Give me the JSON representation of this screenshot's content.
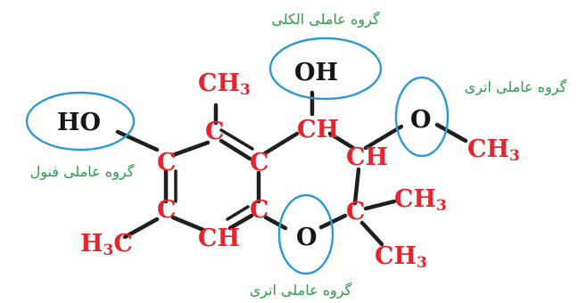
{
  "atoms": {
    "ch3_top": "CH3",
    "oh": "OH",
    "ho": "HO",
    "c_top": "C",
    "ch_top": "CH",
    "c_left": "C",
    "c_mid": "C",
    "ch_right": "CH",
    "o_ether_right": "O",
    "ch3_right": "CH3",
    "c_lower_left": "C",
    "c_lower_mid": "C",
    "ch_bottom": "CH",
    "o_ether_bottom": "O",
    "c_quaternary": "C",
    "ch3_q_top": "CH3",
    "ch3_q_bottom": "CH3",
    "h3c": "H3C"
  },
  "labels": {
    "alcohol_group": "گروه عاملی الکلی",
    "ether_group_right": "گروه عاملی اتری",
    "phenol_group": "گروه عاملی فنول",
    "ether_group_bottom": "گروه عاملی اتری"
  },
  "colors": {
    "atom_red": "#e3262d",
    "atom_black": "#151515",
    "label_green": "#2e9b49",
    "highlight_blue": "#2e98d2"
  }
}
